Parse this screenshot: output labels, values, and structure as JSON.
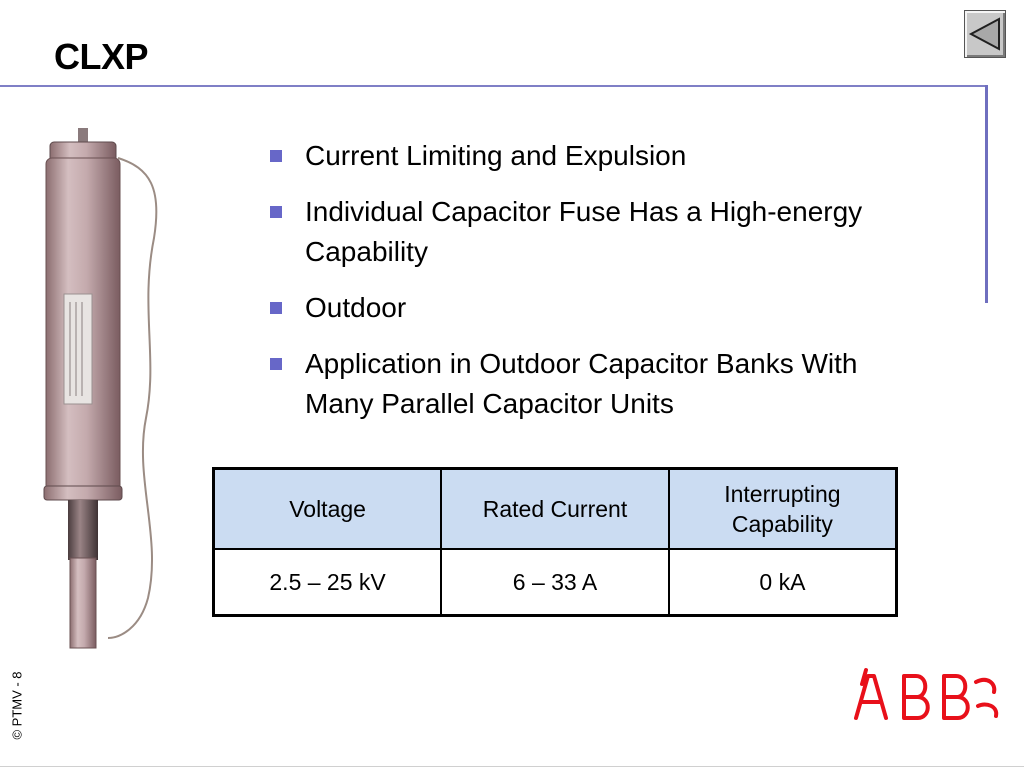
{
  "slide": {
    "title": "CLXP",
    "footer": "© PTMV - 8"
  },
  "navigation": {
    "back_icon": "triangle-left-icon"
  },
  "bullets": [
    {
      "text": "Current Limiting and Expulsion"
    },
    {
      "text": "Individual Capacitor Fuse Has a High-energy Capability"
    },
    {
      "text": "Outdoor"
    },
    {
      "text": "Application in Outdoor Capacitor Banks With Many Parallel Capacitor Units"
    }
  ],
  "table": {
    "headers": [
      "Voltage",
      "Rated Current",
      "Interrupting Capability"
    ],
    "rows": [
      [
        "2.5 – 25 kV",
        "6 – 33 A",
        "0 kA"
      ]
    ]
  },
  "colors": {
    "accent_rule": "#7f7fc6",
    "bullet_marker": "#6767c8",
    "table_header_bg": "#cbdcf2",
    "logo_red": "#e8101a"
  }
}
